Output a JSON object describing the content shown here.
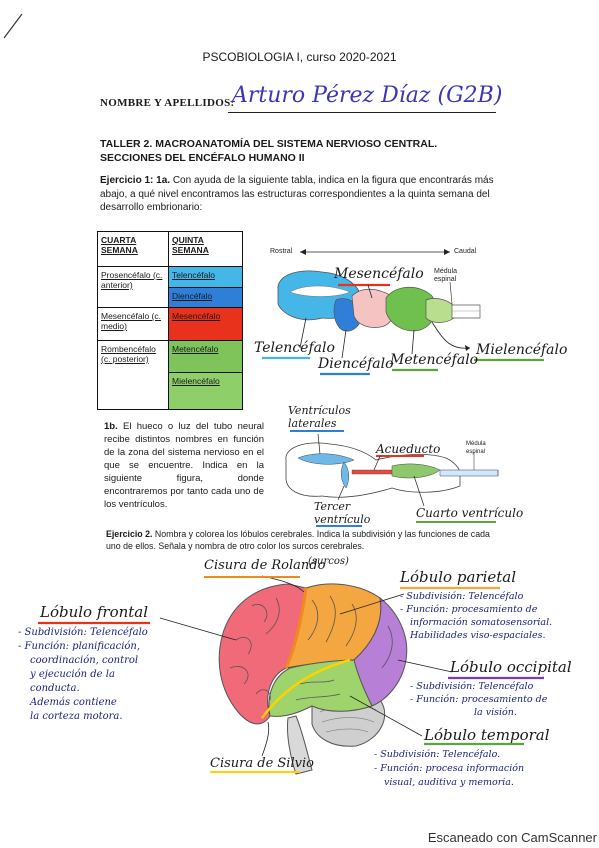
{
  "header": {
    "course": "PSCOBIOLOGIA I, curso 2020-2021",
    "name_label": "NOMBRE Y APELLIDOS:",
    "name_value": "Arturo Pérez Díaz (G2B)"
  },
  "taller_title": "TALLER 2. MACROANATOMÍA DEL SISTEMA NERVIOSO CENTRAL. SECCIONES DEL ENCÉFALO HUMANO II",
  "exercise1a": {
    "label": "Ejercicio 1: 1a.",
    "text": "Con ayuda de la siguiente tabla, indica en la figura que encontrarás más abajo, a qué nivel encontramos las estructuras correspondientes a la quinta semana del desarrollo embrionario:"
  },
  "table": {
    "header_left": "CUARTA SEMANA",
    "header_right": "QUINTA SEMANA",
    "row1_left": "Prosencéfalo (c. anterior)",
    "row1_right_a": "Telencéfalo",
    "row1_right_b": "Diencéfalo",
    "row2_left": "Mesencéfalo (c. medio)",
    "row2_right": "Mesencéfalo",
    "row3_left": "Rombencéfalo (c. posterior)",
    "row3_right_a": "Metencéfalo",
    "row3_right_b": "Mielencéfalo",
    "colors": {
      "telencefalo": "#45b6e8",
      "diencefalo": "#2f7fd8",
      "mesencefalo": "#e8321c",
      "metencefalo": "#7ec45a",
      "mielencefalo": "#8fcf6a"
    }
  },
  "diagram1": {
    "rostral": "Rostral",
    "caudal": "Caudal",
    "medula": "Médula espinal",
    "labels": {
      "mesencefalo": "Mesencéfalo",
      "telencefalo": "Telencéfalo",
      "diencefalo": "Diencéfalo",
      "metencefalo": "Metencéfalo",
      "mielencefalo": "Mielencéfalo"
    }
  },
  "exercise1b": {
    "label": "1b.",
    "text": "El hueco o luz del tubo neural recibe distintos nombres en función de la zona del sistema nervioso en el que se encuentre. Indica en la siguiente figura, donde encontraremos por tanto cada uno de los ventrículos."
  },
  "diagram2": {
    "medula": "Médula espinal",
    "labels": {
      "laterales": "Ventrículos laterales",
      "acueducto": "Acueducto",
      "tercer": "Tercer ventrículo",
      "cuarto": "Cuarto ventrículo"
    }
  },
  "exercise2": {
    "label": "Ejercicio 2.",
    "text": "Nombra y colorea los lóbulos cerebrales. Indica la subdivisión y las funciones de cada uno de ellos. Señala y nombra de otro color los surcos cerebrales."
  },
  "brain": {
    "cisura_rolando": "Cisura de Rolando",
    "surcos": "(surcos)",
    "cisura_silvio": "Cisura de Silvio",
    "colors": {
      "frontal": "#f06a7a",
      "parietal": "#f4a640",
      "occipital": "#b77fd6",
      "temporal": "#9fd36b",
      "cerebellum": "#cfcfcf"
    },
    "frontal": {
      "title": "Lóbulo frontal",
      "lines": [
        "- Subdivisión: Telencéfalo",
        "- Función: planificación,",
        "coordinación, control",
        "y ejecución de la",
        "conducta.",
        "Además contiene",
        "la corteza motora."
      ]
    },
    "parietal": {
      "title": "Lóbulo parietal",
      "lines": [
        "- Subdivisión: Telencéfalo",
        "- Función: procesamiento de",
        "información somatosensorial.",
        "Habilidades viso-espaciales."
      ]
    },
    "occipital": {
      "title": "Lóbulo occipital",
      "lines": [
        "- Subdivisión: Telencéfalo",
        "- Función: procesamiento de",
        "la visión."
      ]
    },
    "temporal": {
      "title": "Lóbulo temporal",
      "lines": [
        "- Subdivisión: Telencéfalo.",
        "- Función: procesa información",
        "visual, auditiva y memoria."
      ]
    }
  },
  "footer": "Escaneado con CamScanner"
}
